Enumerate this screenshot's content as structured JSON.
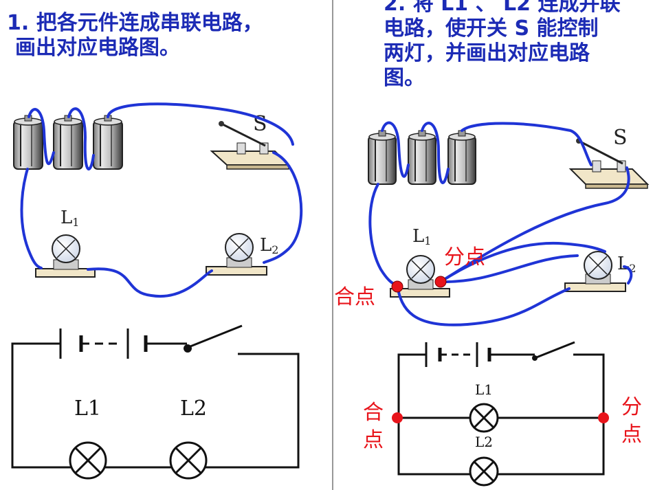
{
  "q1": {
    "lines": [
      "1. 把各元件连成串联电路，",
      "画出对应电路图。"
    ]
  },
  "q2": {
    "lines": [
      "2. 将 L1 、 L2 连成并联",
      "电路，使开关 S 能控制",
      "两灯，并画出对应电路",
      "图。"
    ]
  },
  "labels": {
    "switch": "S",
    "lamp1": "L",
    "lamp1_sub": "1",
    "lamp2": "L",
    "lamp2_sub": "2"
  },
  "schematic": {
    "lamp1": "L1",
    "lamp2": "L2"
  },
  "annotations": {
    "split": "分点",
    "join": "合点",
    "split_v": [
      "分",
      "点"
    ],
    "join_v": [
      "合",
      "点"
    ]
  },
  "colors": {
    "text": "#1c2bb5",
    "wire": "#1f34d6",
    "marker": "#e8141b",
    "line": "#111111"
  }
}
